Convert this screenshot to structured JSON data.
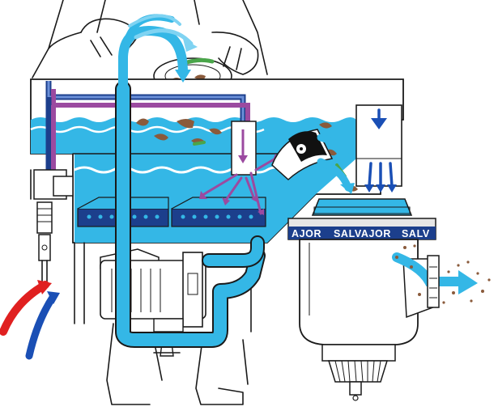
{
  "diagram": {
    "brand_band_text": "AJOR  SALVAJOR  SALV",
    "brand_text_left": "AJOR",
    "brand_text_center": "SALVAJOR",
    "brand_text_right": "SALV",
    "colors": {
      "water": "#34b7e6",
      "water_dark": "#0d6fb0",
      "band": "#1c3f8c",
      "hot_arrow": "#e02020",
      "cold_arrow": "#1a4fb5",
      "purple_flow": "#9b4aa0",
      "food": "#8a5a3b",
      "peas": "#4aa54a"
    },
    "icons": [
      "hands-with-plate",
      "water-inlet-valve",
      "hot-water-arrow",
      "cold-water-arrow",
      "recirculation-pump",
      "pre-rinse-hose",
      "disposer-unit",
      "discharge-flow"
    ]
  }
}
